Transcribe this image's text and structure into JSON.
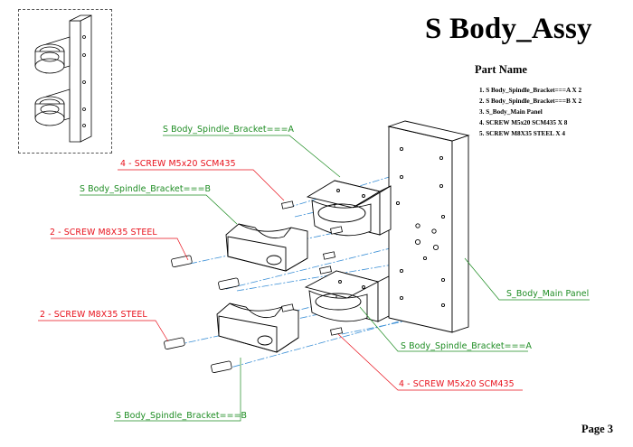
{
  "title": "S Body_Assy",
  "part_name_heading": "Part Name",
  "parts": [
    "1. S Body_Spindle_Bracket===A X 2",
    "2. S Body_Spindle_Bracket===B X 2",
    "3. S_Body_Main Panel",
    "4. SCREW M5x20 SCM435 X 8",
    "5. SCREW M8X35 STEEL X 4"
  ],
  "callouts": {
    "bracket_a_top": "S Body_Spindle_Bracket===A",
    "screw_m5_top": "4 - SCREW M5x20 SCM435",
    "bracket_b_top": "S Body_Spindle_Bracket===B",
    "screw_m8_top": "2 - SCREW M8X35 STEEL",
    "screw_m8_bottom": "2 - SCREW M8X35 STEEL",
    "main_panel": "S_Body_Main Panel",
    "bracket_a_bottom": "S Body_Spindle_Bracket===A",
    "screw_m5_bottom": "4 - SCREW M5x20 SCM435",
    "bracket_b_bottom": "S Body_Spindle_Bracket===B"
  },
  "page_label": "Page 3",
  "colors": {
    "callout_red": "#e8101b",
    "callout_green": "#1d8c22",
    "centerline_blue": "#3a8fd6",
    "line": "#000000"
  }
}
